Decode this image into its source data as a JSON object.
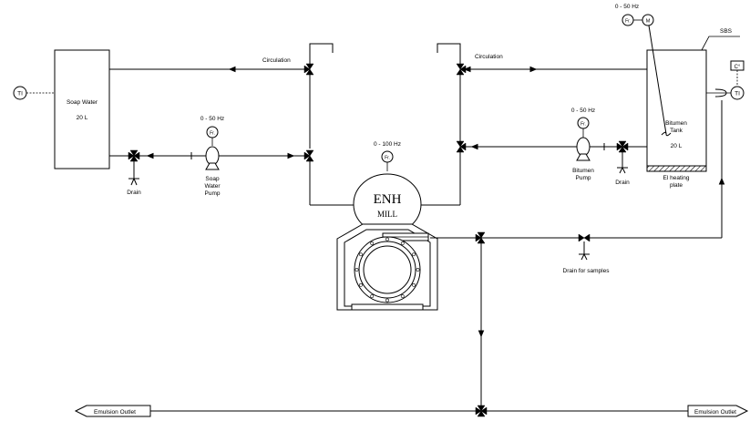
{
  "labels": {
    "ti_left": "TI",
    "soap_tank_title": "Soap Water",
    "soap_tank_volume": "20 L",
    "circulation_left": "Circulation",
    "circulation_right": "Circulation",
    "drain_left": "Drain",
    "soap_pump_freq": "0 - 50 Hz",
    "soap_pump_fr": "Fr.",
    "soap_pump_name_1": "Soap",
    "soap_pump_name_2": "Water",
    "soap_pump_name_3": "Pump",
    "mill_freq": "0 - 100 Hz",
    "mill_fr": "Fr.",
    "mill_name_1": "ENH",
    "mill_name_2": "MILL",
    "bitumen_pump_freq": "0 - 50 Hz",
    "bitumen_pump_fr": "Fr.",
    "bitumen_pump_name_1": "Bitumen",
    "bitumen_pump_name_2": "Pump",
    "drain_right": "Drain",
    "mixer_freq": "0 - 50 Hz",
    "mixer_fr": "Fr.",
    "mixer_m": "M",
    "sbs": "SBS",
    "bitumen_tank_1": "Bitumen",
    "bitumen_tank_2": "Tank",
    "bitumen_tank_volume": "20 L",
    "heating_1": "El heating",
    "heating_2": "plate",
    "temp_unit": "C°",
    "ti_right": "TI",
    "drain_samples": "Drain for samples",
    "outlet_left": "Emulsion Outlet",
    "outlet_right": "Emulsion Outlet"
  }
}
